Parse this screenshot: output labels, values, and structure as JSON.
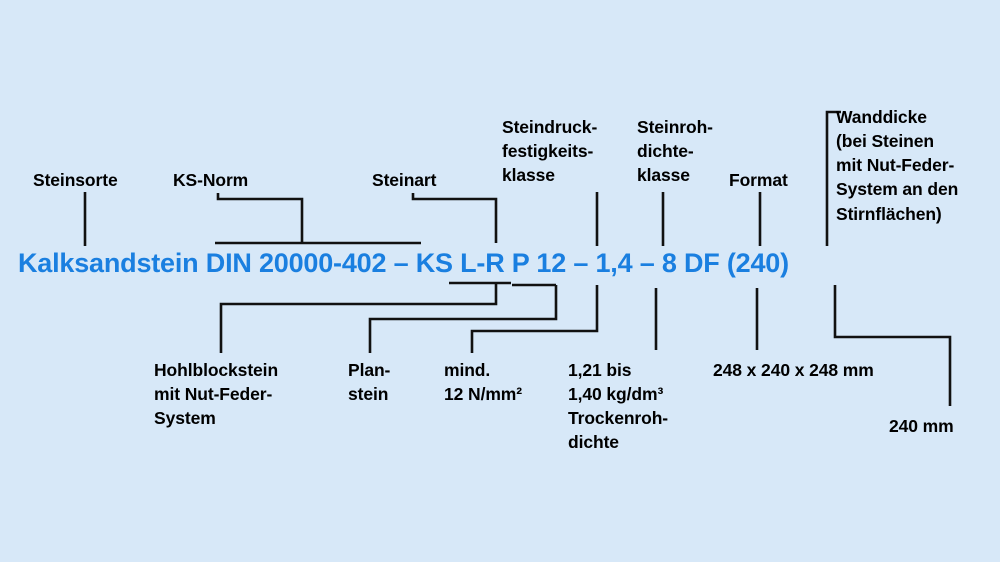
{
  "diagram": {
    "title_text": "Kalksandstein DIN 20000-402 – KS L-R P 12 – 1,4 – 8 DF (240)",
    "background_color": "#d7e8f8",
    "formula_color": "#1a7fe0",
    "label_color": "#000000",
    "connector_color": "#111111"
  },
  "formula": {
    "full": "Kalksandstein DIN 20000-402 – KS L-R P 12 – 1,4 – 8 DF (240)",
    "tokens": [
      {
        "text": "Kalksandstein",
        "meaning": "Steinsorte"
      },
      {
        "text": "DIN 20000-402",
        "meaning": "KS-Norm"
      },
      {
        "text": "KS",
        "meaning": "Steinart"
      },
      {
        "text": "L-R",
        "meaning": "Hohlblockstein mit Nut-Feder-System"
      },
      {
        "text": "P",
        "meaning": "Planstein"
      },
      {
        "text": "12",
        "meaning": "Steindruckfestigkeitsklasse – mind. 12 N/mm²"
      },
      {
        "text": "1,4",
        "meaning": "Steinrohdichteklasse – 1,21 bis 1,40 kg/dm³ Trockenrohdichte"
      },
      {
        "text": "8 DF",
        "meaning": "Format – 248 x 240 x 248 mm"
      },
      {
        "text": "(240)",
        "meaning": "Wanddicke – 240 mm"
      }
    ]
  },
  "labels_top": [
    {
      "id": "steinsorte",
      "text": "Steinsorte"
    },
    {
      "id": "ks-norm",
      "text": "KS-Norm"
    },
    {
      "id": "steinart",
      "text": "Steinart"
    },
    {
      "id": "steindruckfestigkeitsklasse",
      "text": "Steindruck-\nfestigkeits-\nklasse"
    },
    {
      "id": "steinrohdichteklasse",
      "text": "Steinroh-\ndichte-\nklasse"
    },
    {
      "id": "format",
      "text": "Format"
    },
    {
      "id": "wanddicke",
      "text": "Wanddicke\n(bei Steinen\nmit Nut-Feder-\nSystem an den\nStirnflächen)"
    }
  ],
  "labels_bottom": [
    {
      "id": "hohlblockstein",
      "text": "Hohlblockstein\nmit Nut-Feder-\nSystem"
    },
    {
      "id": "planstein",
      "text": "Plan-\nstein"
    },
    {
      "id": "druckfestigkeit",
      "text": "mind.\n12 N/mm²"
    },
    {
      "id": "rohdichte",
      "text": "1,21 bis\n1,40 kg/dm³\nTrockenroh-\ndichte"
    },
    {
      "id": "abmessungen",
      "text": "248 x 240 x 248 mm"
    },
    {
      "id": "wanddicke-wert",
      "text": "240 mm"
    }
  ]
}
